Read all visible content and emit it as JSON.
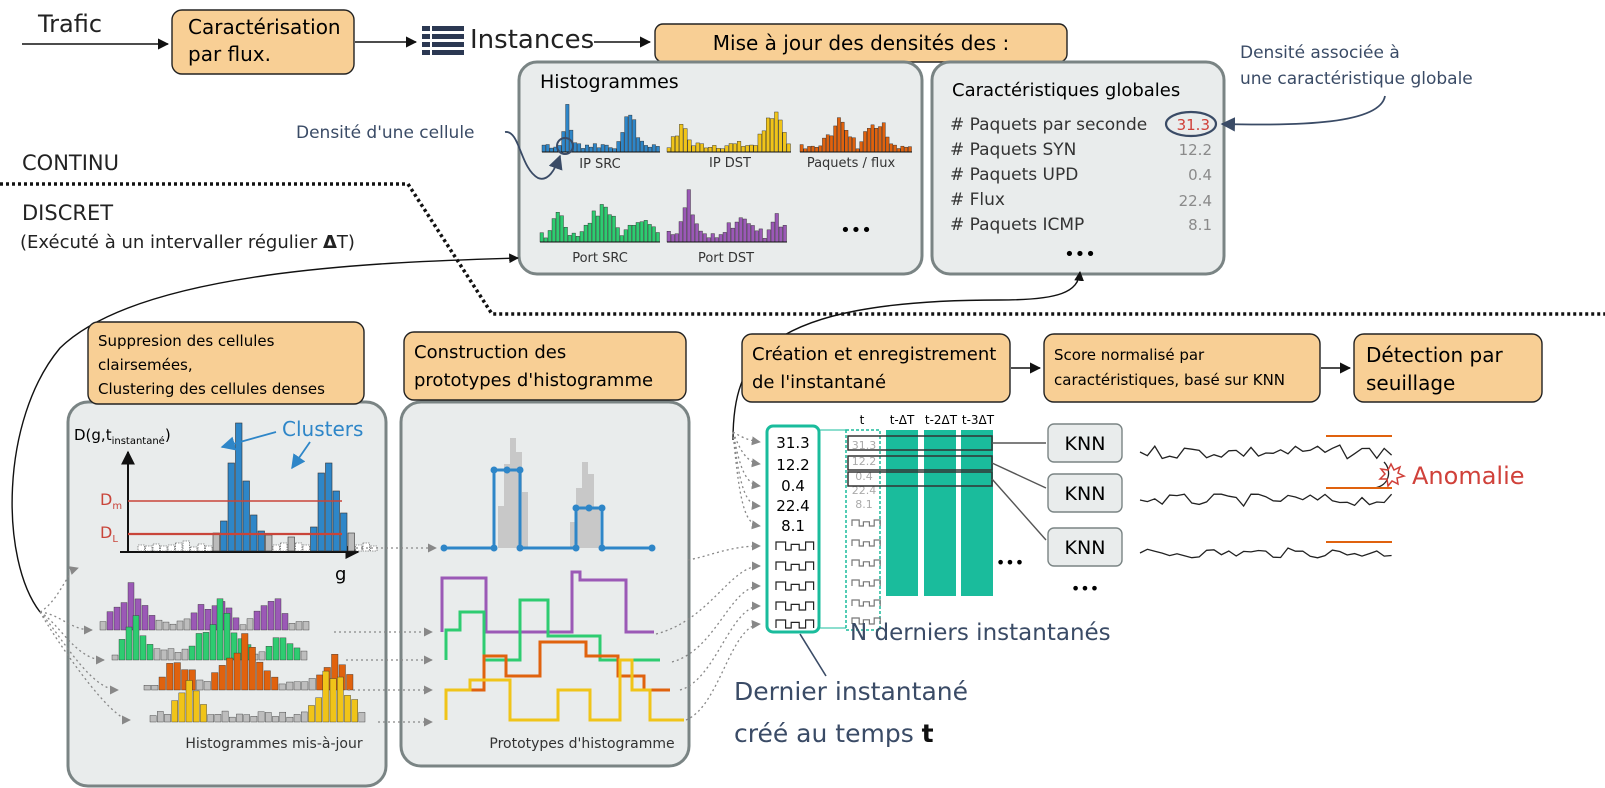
{
  "trafic": "Trafic",
  "caracterisation": [
    "Caractérisation",
    "par flux."
  ],
  "instances": "Instances",
  "mise_a_jour": "Mise à jour des densités des :",
  "histogrammes": {
    "title": "Histogrammes",
    "labels": [
      "IP SRC",
      "IP DST",
      "Paquets / flux",
      "Port SRC",
      "Port DST"
    ],
    "more": "•••",
    "colors": {
      "blue": "#2e86c8",
      "yellow": "#f0c419",
      "orange": "#e0620e",
      "green": "#2ecc71",
      "purple": "#9b59b6"
    }
  },
  "densite_cellule": "Densité d'une cellule",
  "globales": {
    "title": "Caractéristiques globales",
    "rows": [
      {
        "label": "# Paquets par seconde",
        "value": "31.3"
      },
      {
        "label": "# Paquets SYN",
        "value": "12.2"
      },
      {
        "label": "# Paquets UPD",
        "value": "0.4"
      },
      {
        "label": "# Flux",
        "value": "22.4"
      },
      {
        "label": "# Paquets ICMP",
        "value": "8.1"
      }
    ],
    "more": "•••"
  },
  "densite_associee": [
    "Densité associée à",
    "une caractéristique globale"
  ],
  "continu": "CONTINU",
  "discret": "DISCRET",
  "execute": [
    "(Exécuté à un intervaller régulier ",
    "Δ",
    "T)"
  ],
  "suppression": [
    "Suppresion des cellules",
    "clairsemées,",
    "Clustering des cellules denses"
  ],
  "construction": [
    "Construction des",
    "prototypes d'histogramme"
  ],
  "creation": [
    "Création et enregistrement",
    "de l'instantané"
  ],
  "score": [
    "Score normalisé par",
    "caractéristiques, basé sur KNN"
  ],
  "detection": [
    "Détection par",
    "seuillage"
  ],
  "plot": {
    "ylabel_main": "D(g,t",
    "ylabel_sub": "instantané",
    "ylabel_end": ")",
    "xlabel": "g",
    "dm": "D",
    "dm_sub": "m",
    "dl": "D",
    "dl_sub": "L",
    "clusters": "Clusters"
  },
  "histos_maj": "Histogrammes mis-à-jour",
  "prototypes": "Prototypes d'histogramme",
  "snapshot": {
    "values": [
      "31.3",
      "12.2",
      "0.4",
      "22.4",
      "8.1"
    ],
    "times": [
      "t",
      "t-ΔT",
      "t-2ΔT",
      "t-3ΔT"
    ],
    "dots": "•••"
  },
  "knn": [
    "KNN",
    "KNN",
    "KNN"
  ],
  "knn_more": "•••",
  "n_derniers": "N derniers instantanés",
  "dernier": [
    "Dernier instantané",
    "créé au temps "
  ],
  "dernier_t": "t",
  "anomalie": "Anomalie"
}
